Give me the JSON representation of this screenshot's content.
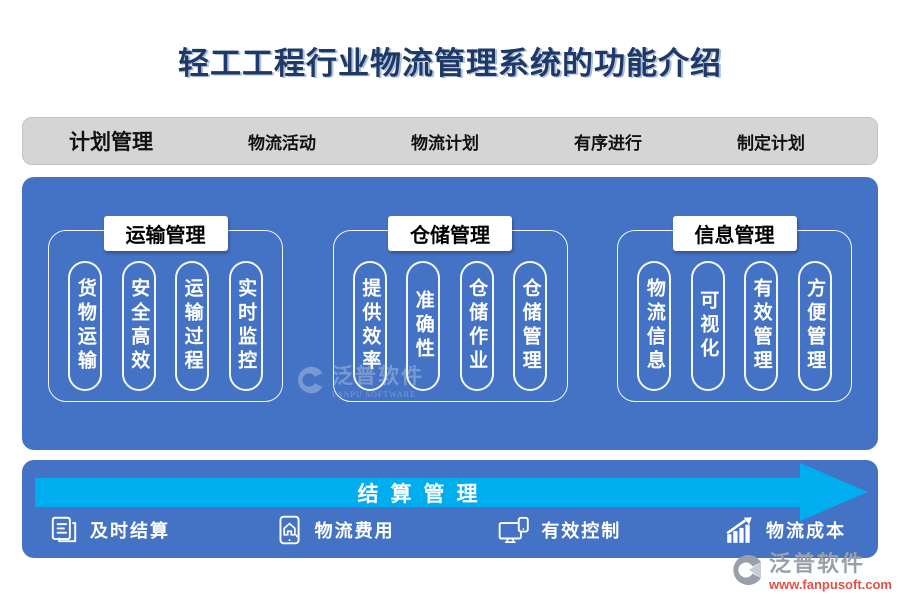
{
  "title": "轻工工程行业物流管理系统的功能介绍",
  "plan_bar": {
    "primary": "计划管理",
    "items": [
      "物流活动",
      "物流计划",
      "有序进行",
      "制定计划"
    ]
  },
  "groups": [
    {
      "label": "运输管理",
      "items": [
        "货物运输",
        "安全高效",
        "运输过程",
        "实时监控"
      ]
    },
    {
      "label": "仓储管理",
      "items": [
        "提供效率",
        "准确性",
        "仓储作业",
        "仓储管理"
      ]
    },
    {
      "label": "信息管理",
      "items": [
        "物流信息",
        "可视化",
        "有效管理",
        "方便管理"
      ]
    }
  ],
  "settlement": {
    "arrow_label": "结算管理",
    "features": [
      {
        "icon": "documents-icon",
        "label": "及时结算"
      },
      {
        "icon": "tablet-home-icon",
        "label": "物流费用"
      },
      {
        "icon": "devices-icon",
        "label": "有效控制"
      },
      {
        "icon": "growth-chart-icon",
        "label": "物流成本"
      }
    ]
  },
  "watermarks": {
    "center": {
      "name": "泛普软件",
      "sub": "FANPU SOFTWARE"
    },
    "corner": {
      "name": "泛普软件",
      "url": "www.fanpusoft.com"
    }
  },
  "colors": {
    "panel_blue": "#4472C4",
    "arrow_cyan": "#00AEEF",
    "bar_gray": "#D5D5D5",
    "title_navy": "#1F3864",
    "watermark_url_red": "#E05248"
  }
}
